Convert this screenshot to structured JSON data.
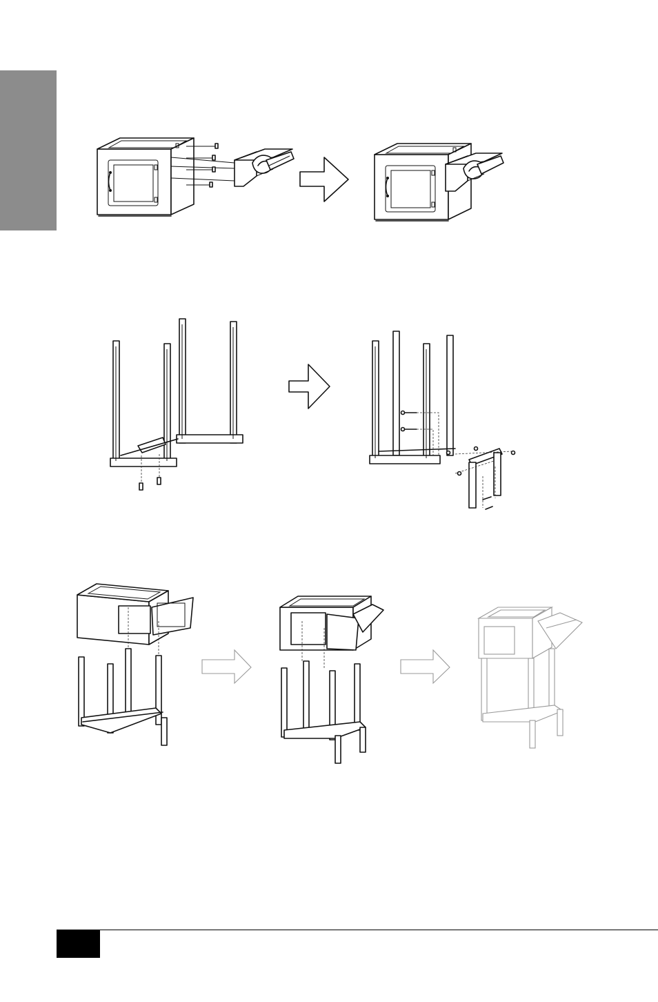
{
  "page": {
    "side_tab_color": "#8c8c8c",
    "page_box_color": "#000000"
  },
  "figures": {
    "step1": {
      "icon": "cabinet-side-shelf-assembly"
    },
    "step2": {
      "icon": "stand-frame-assembly"
    },
    "step3": {
      "icon": "cabinet-on-stand-assembly"
    },
    "arrows": [
      "arrow-right-icon",
      "arrow-right-icon",
      "arrow-right-icon",
      "arrow-right-icon"
    ]
  }
}
